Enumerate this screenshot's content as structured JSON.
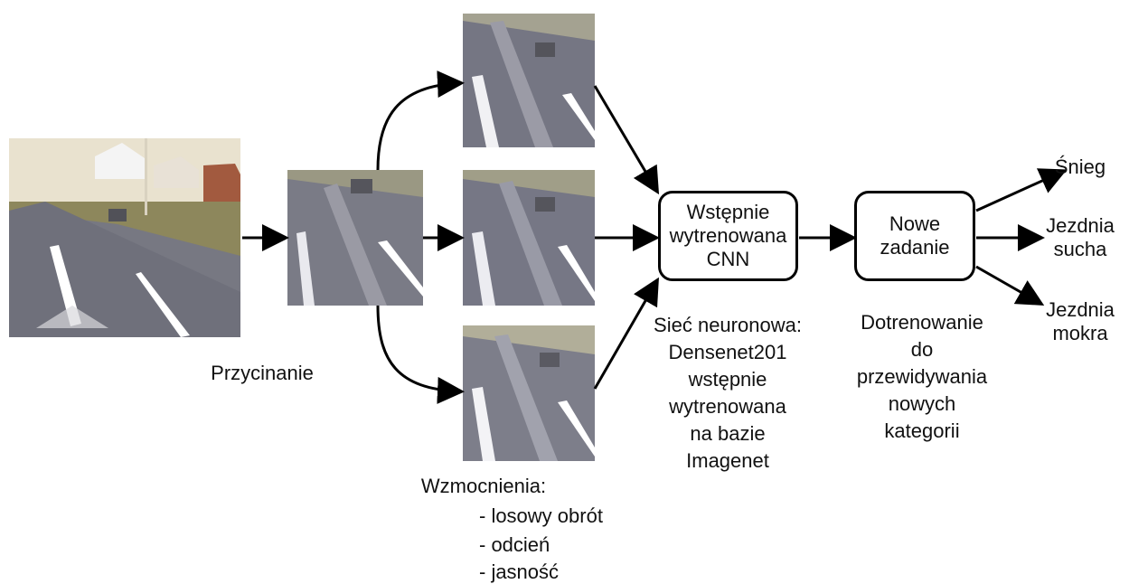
{
  "labels": {
    "crop": "Przycinanie",
    "augment_title": "Wzmocnienia:",
    "augment_items": [
      "- losowy obrót",
      "- odcień",
      "- jasność"
    ],
    "pretrained_box": "Wstępnie\nwytrenowana\nCNN",
    "pretrained_desc": "Sieć neuronowa:\nDensenet201\nwstępnie\nwytrenowana\nna bazie\nImagenet",
    "task_box": "Nowe\nzadanie",
    "task_desc": "Dotrenowanie\ndo\nprzewidywania\nnowych\nkategorii"
  },
  "outputs": [
    "Śnieg",
    "Jezdnia\nsucha",
    "Jezdnia\nmokra"
  ],
  "colors": {
    "asphalt": "#6e6f7a",
    "sky": "#efe6d2",
    "foliage": "#9a8f5a",
    "line": "#ffffff"
  }
}
